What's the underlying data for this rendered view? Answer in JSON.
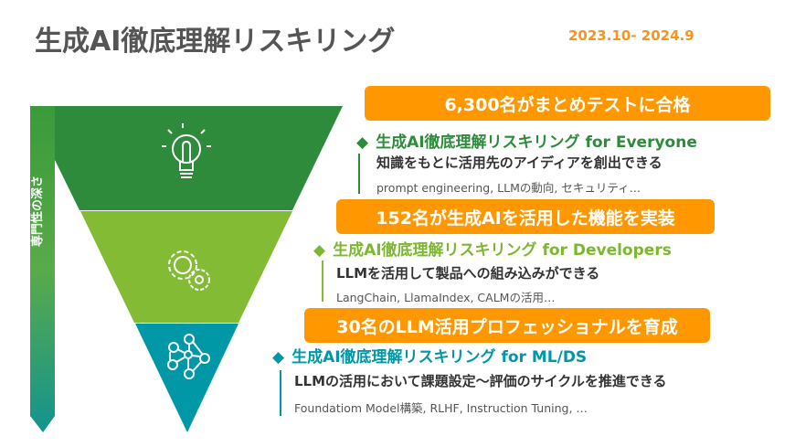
{
  "title": "生成AI徹底理解リスキリング",
  "date": "2023.10- 2024.9",
  "axis_label": "専門性の深さ",
  "colors": {
    "everyone": "#2e8b3c",
    "developers": "#84bb34",
    "mlds": "#0097a7",
    "badge": "#ff9800"
  },
  "tiers": [
    {
      "icon": "lightbulb-icon",
      "badge": "6,300名がまとめテストに合格",
      "heading": "生成AI徹底理解リスキリング for Everyone",
      "desc": "知識をもとに活用先のアイディアを創出できる",
      "topics": "prompt engineering, LLMの動向, セキュリティ…"
    },
    {
      "icon": "gears-icon",
      "badge": "152名が生成AIを活用した機能を実装",
      "heading": "生成AI徹底理解リスキリング for Developers",
      "desc": "LLMを活用して製品への組み込みができる",
      "topics": "LangChain, LlamaIndex, CALMの活用…"
    },
    {
      "icon": "network-icon",
      "badge": "30名のLLM活用プロフェッショナルを育成",
      "heading": "生成AI徹底理解リスキリング for ML/DS",
      "desc": "LLMの活用において課題設定〜評価のサイクルを推進できる",
      "topics": "Foundatiom Model構築, RLHF, Instruction Tuning, …"
    }
  ]
}
